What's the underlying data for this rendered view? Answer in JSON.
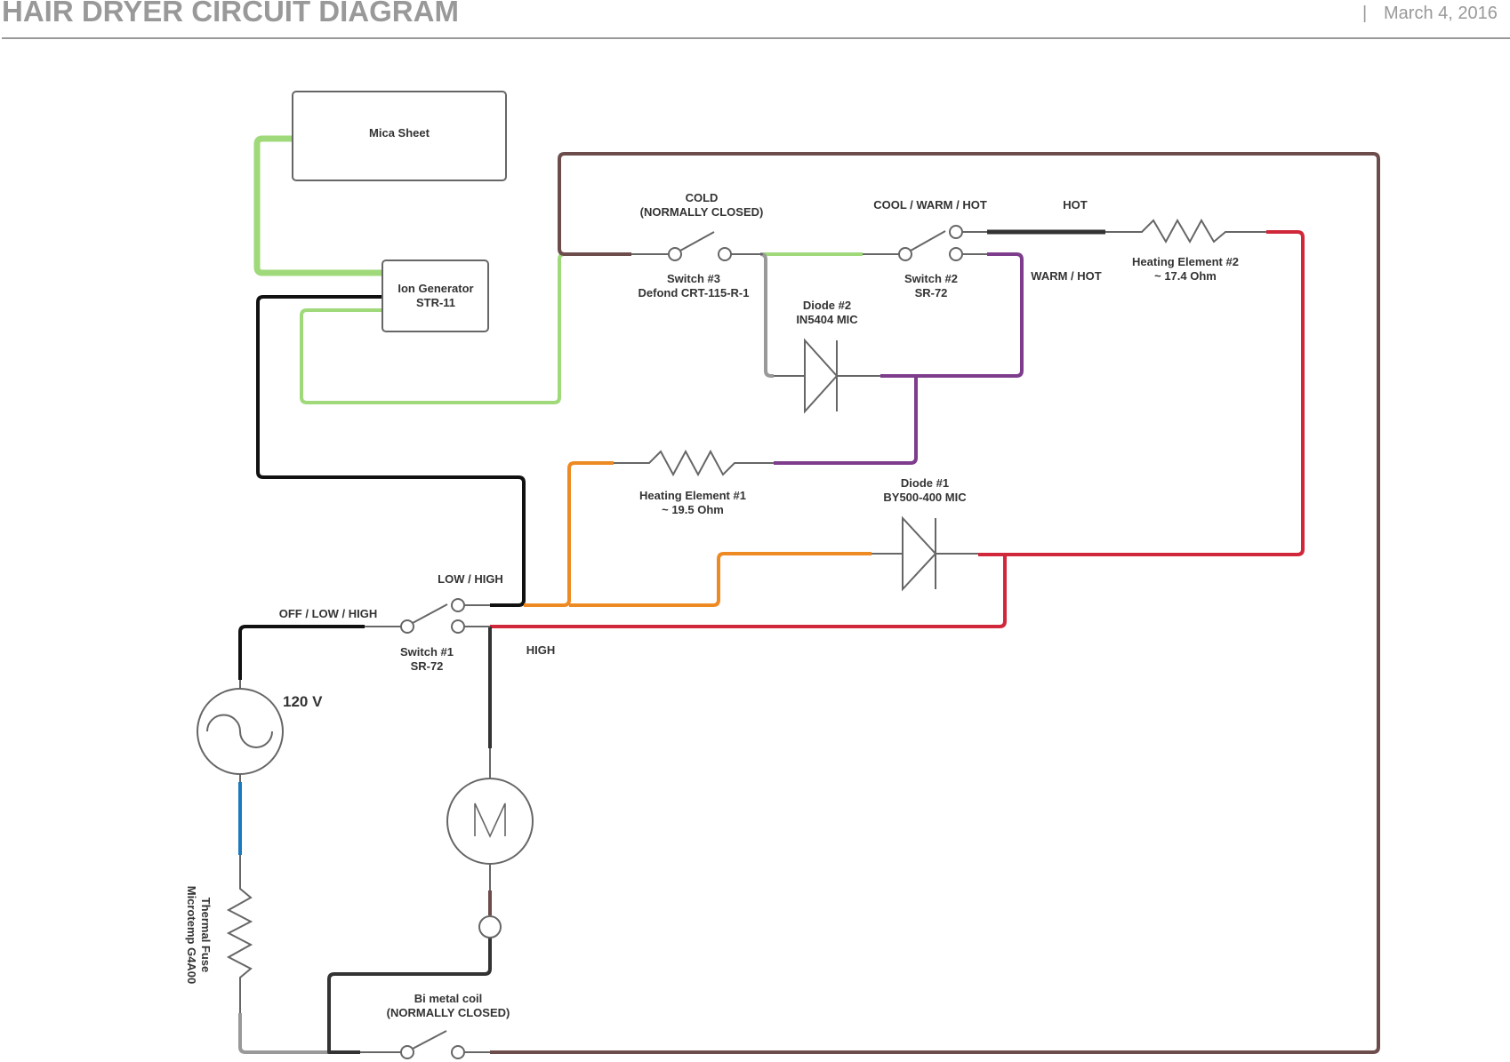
{
  "header": {
    "title": "HAIR DRYER CIRCUIT DIAGRAM",
    "separator": "|",
    "date": "March 4, 2016"
  },
  "wire_colors": {
    "black": "#111111",
    "dark_gray": "#333333",
    "brown": "#6d4c4c",
    "light_green": "#9fd97a",
    "gray": "#999999",
    "purple": "#7e3d8c",
    "orange": "#ee8a22",
    "red": "#d0283a",
    "blue": "#1a7ac0"
  },
  "components": {
    "mica_sheet": {
      "label": "Mica Sheet"
    },
    "ion_generator": {
      "line1": "Ion Generator",
      "line2": "STR-11"
    },
    "switch3": {
      "mode": "COLD",
      "mode2": "(NORMALLY CLOSED)",
      "name": "Switch #3",
      "model": "Defond CRT-115-R-1"
    },
    "switch2": {
      "mode": "COOL / WARM / HOT",
      "name": "Switch #2",
      "model": "SR-72",
      "out_hot": "HOT",
      "out_warm": "WARM / HOT"
    },
    "heating_element2": {
      "name": "Heating Element #2",
      "value": "~ 17.4 Ohm"
    },
    "diode2": {
      "name": "Diode #2",
      "model": "IN5404 MIC"
    },
    "heating_element1": {
      "name": "Heating Element #1",
      "value": "~ 19.5 Ohm"
    },
    "diode1": {
      "name": "Diode #1",
      "model": "BY500-400 MIC"
    },
    "switch1": {
      "mode_in": "OFF / LOW / HIGH",
      "mode_low": "LOW / HIGH",
      "mode_high": "HIGH",
      "name": "Switch #1",
      "model": "SR-72"
    },
    "source": {
      "label": "120 V"
    },
    "motor": {
      "label": "M"
    },
    "thermal_fuse": {
      "name": "Thermal Fuse",
      "model": "Microtemp G4A00"
    },
    "bimetal": {
      "name": "Bi metal coil",
      "mode": "(NORMALLY CLOSED)"
    }
  }
}
